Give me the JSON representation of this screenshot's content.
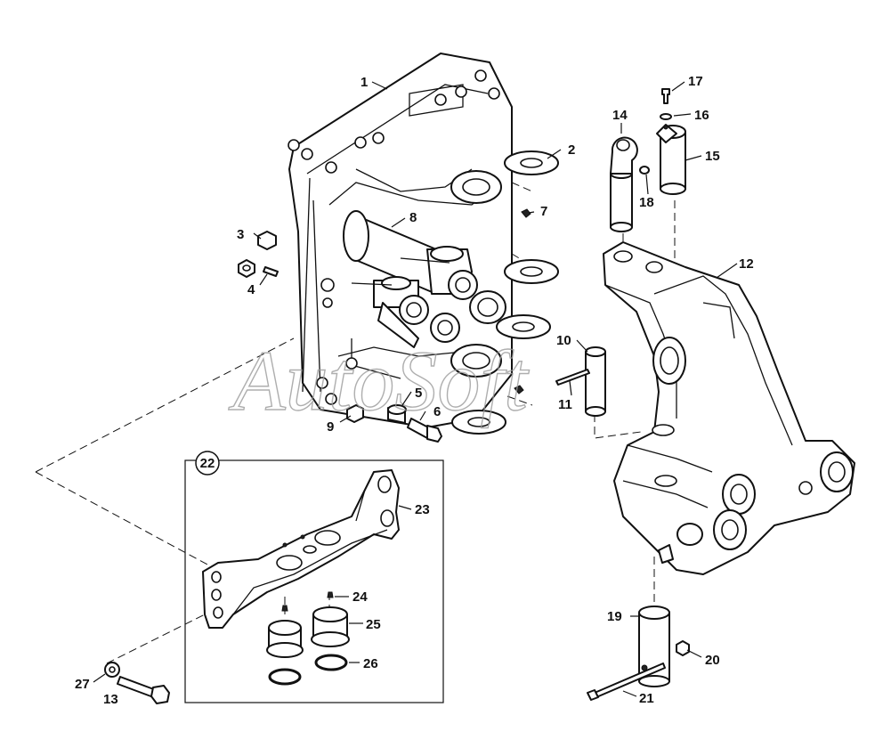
{
  "watermark": "AutoSoft",
  "group_label": "22",
  "callouts": [
    {
      "id": "c1",
      "text": "1"
    },
    {
      "id": "c2",
      "text": "2"
    },
    {
      "id": "c3",
      "text": "3"
    },
    {
      "id": "c4",
      "text": "4"
    },
    {
      "id": "c5",
      "text": "5"
    },
    {
      "id": "c6",
      "text": "6"
    },
    {
      "id": "c7",
      "text": "7"
    },
    {
      "id": "c8",
      "text": "8"
    },
    {
      "id": "c9",
      "text": "9"
    },
    {
      "id": "c10",
      "text": "10"
    },
    {
      "id": "c11",
      "text": "11"
    },
    {
      "id": "c12",
      "text": "12"
    },
    {
      "id": "c13",
      "text": "13"
    },
    {
      "id": "c14",
      "text": "14"
    },
    {
      "id": "c15",
      "text": "15"
    },
    {
      "id": "c16",
      "text": "16"
    },
    {
      "id": "c17",
      "text": "17"
    },
    {
      "id": "c18",
      "text": "18"
    },
    {
      "id": "c19",
      "text": "19"
    },
    {
      "id": "c20",
      "text": "20"
    },
    {
      "id": "c21",
      "text": "21"
    },
    {
      "id": "c23",
      "text": "23"
    },
    {
      "id": "c24",
      "text": "24"
    },
    {
      "id": "c25",
      "text": "25"
    },
    {
      "id": "c26",
      "text": "26"
    },
    {
      "id": "c27",
      "text": "27"
    }
  ]
}
